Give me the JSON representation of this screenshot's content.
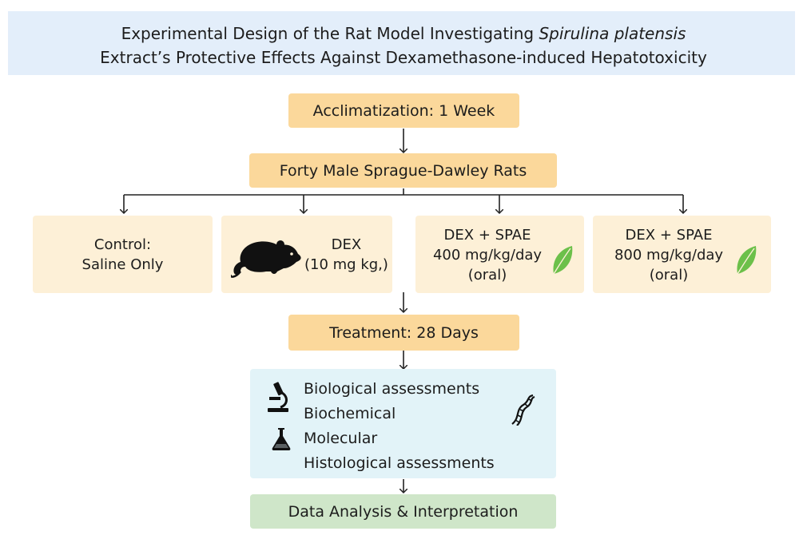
{
  "title": {
    "line1_plain": "Experimental Design of the Rat Model Investigating ",
    "line1_italic": "Spirulina platensis",
    "line2": "Extract’s Protective Effects Against Dexamethasone-induced Hepatotoxicity"
  },
  "steps": {
    "acclimatization": "Acclimatization: 1 Week",
    "rats": "Forty Male Sprague-Dawley Rats",
    "treatment": "Treatment:  28 Days",
    "analysis": "Data Analysis & Interpretation"
  },
  "groups": [
    {
      "line1": "Control:",
      "line2": "Saline Only"
    },
    {
      "line1": "DEX",
      "line2": "(10 mg kg,)"
    },
    {
      "line1": "DEX + SPAE",
      "line2": "400 mg/kg/day",
      "line3": "(oral)"
    },
    {
      "line1": "DEX + SPAE",
      "line2": "800 mg/kg/day",
      "line3": "(oral)"
    }
  ],
  "assessments": [
    "Biological assessments",
    "Biochemical",
    "Molecular",
    "Histological assessments"
  ],
  "icons": {
    "group2": "rat-icon",
    "group3": "leaf-icon",
    "group4": "leaf-icon",
    "assess_a": "microscope-icon",
    "assess_b": "flask-icon",
    "assess_c": "dna-icon"
  },
  "colors": {
    "title_band": "#e3eefa",
    "step_box": "#fbd89b",
    "group_box": "#fdf0d7",
    "assessment_box": "#e2f3f8",
    "analysis_box": "#cfe6c9",
    "leaf": "#6cc04a"
  }
}
